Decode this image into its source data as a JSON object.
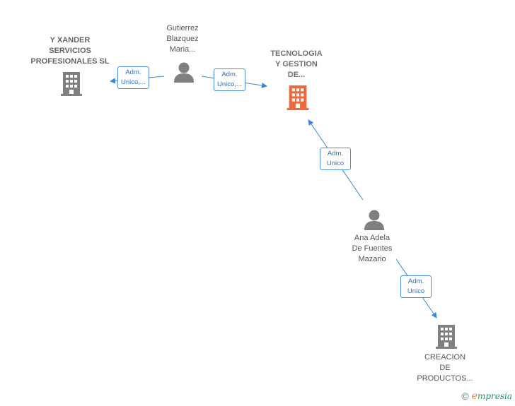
{
  "nodes": {
    "y_xander": {
      "lines": [
        "Y XANDER",
        "SERVICIOS",
        "PROFESIONALES SL"
      ]
    },
    "gutierrez": {
      "lines": [
        "Gutierrez",
        "Blazquez",
        "Maria..."
      ]
    },
    "tecnologia": {
      "lines": [
        "TECNOLOGIA",
        "Y GESTION",
        "DE..."
      ]
    },
    "ana": {
      "lines": [
        "Ana Adela",
        "De Fuentes",
        "Mazario"
      ]
    },
    "creacion": {
      "lines": [
        "CREACION",
        "DE",
        "PRODUCTOS..."
      ]
    }
  },
  "edges": {
    "e1": {
      "lines": [
        "Adm.",
        "Unico,..."
      ]
    },
    "e2": {
      "lines": [
        "Adm.",
        "Unico,..."
      ]
    },
    "e3": {
      "lines": [
        "Adm.",
        "Unico"
      ]
    },
    "e4": {
      "lines": [
        "Adm.",
        "Unico"
      ]
    }
  },
  "footer": {
    "copyright": "©",
    "brand_initial": "e",
    "brand_rest": "mpresia"
  },
  "colors": {
    "company": "#808080",
    "main_company": "#ee6a3a",
    "person": "#808080",
    "edge": "#3a86d4"
  }
}
